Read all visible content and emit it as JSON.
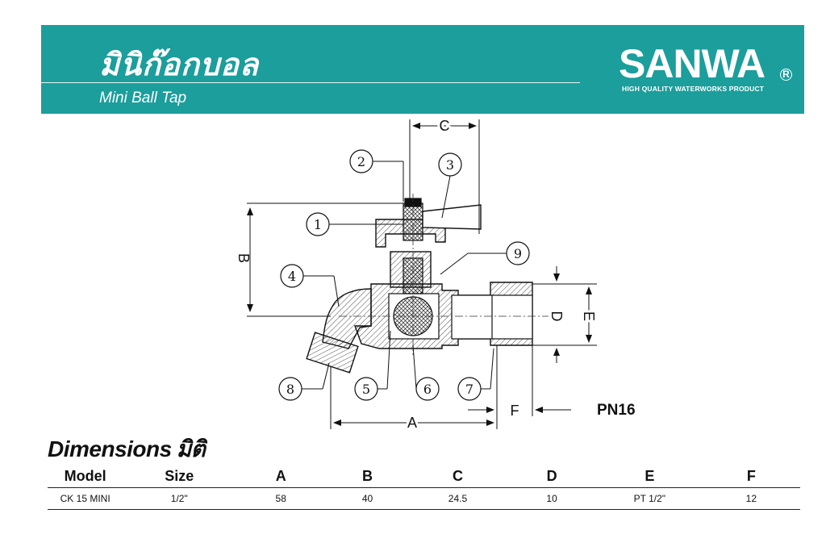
{
  "header": {
    "title_thai": "มินิก๊อกบอล",
    "title_en": "Mini Ball Tap",
    "brand": "SANWA",
    "brand_tagline": "HIGH QUALITY WATERWORKS PRODUCT",
    "registered_mark": "R",
    "banner_color": "#1b9e9c"
  },
  "drawing": {
    "part_callouts": [
      "1",
      "2",
      "3",
      "4",
      "5",
      "6",
      "7",
      "8",
      "9"
    ],
    "dimension_labels": {
      "a": "A",
      "b": "B",
      "c": "C",
      "d": "D",
      "e": "E",
      "f": "F"
    },
    "pressure_rating": "PN16"
  },
  "dimensions": {
    "heading_en": "Dimensions",
    "heading_thai": "มิติ",
    "columns": [
      "Model",
      "Size",
      "A",
      "B",
      "C",
      "D",
      "E",
      "F"
    ],
    "rows": [
      [
        "CK 15 MINI",
        "1/2\"",
        "58",
        "40",
        "24.5",
        "10",
        "PT 1/2\"",
        "12"
      ]
    ]
  }
}
